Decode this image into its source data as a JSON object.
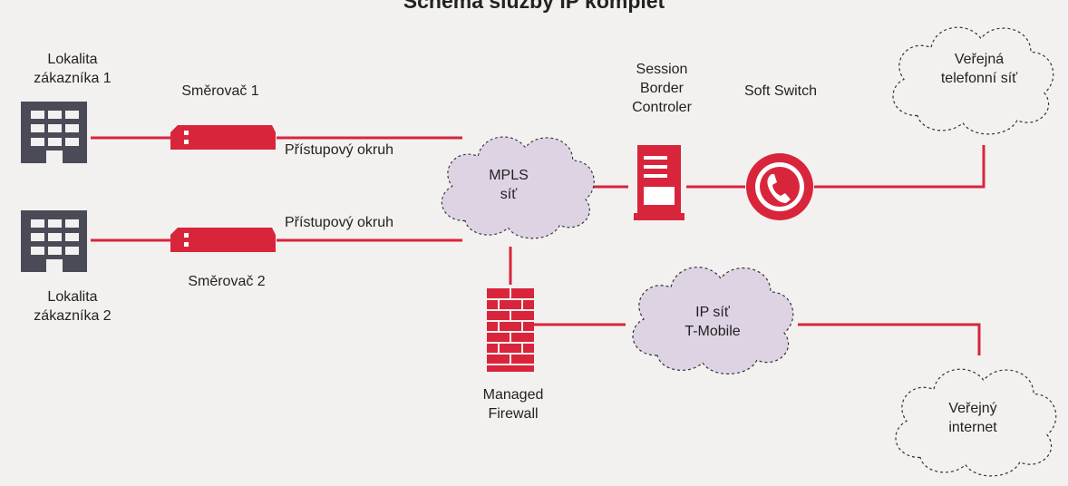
{
  "title": "Schéma služby IP komplet",
  "colors": {
    "red": "#d9253b",
    "cloud_fill": "#ddd3e3",
    "building": "#4a4b57"
  },
  "nodes": {
    "site1": {
      "label_line1": "Lokalita",
      "label_line2": "zákazníka 1",
      "icon": "building-icon"
    },
    "site2": {
      "label_line1": "Lokalita",
      "label_line2": "zákazníka 2",
      "icon": "building-icon"
    },
    "router1": {
      "label": "Směrovač 1",
      "icon": "router-icon"
    },
    "router2": {
      "label": "Směrovač 2",
      "icon": "router-icon"
    },
    "access1": {
      "label": "Přístupový okruh"
    },
    "access2": {
      "label": "Přístupový okruh"
    },
    "mpls": {
      "label_line1": "MPLS",
      "label_line2": "síť",
      "icon": "cloud-icon"
    },
    "sbc": {
      "label_line1": "Session",
      "label_line2": "Border",
      "label_line3": "Controler",
      "icon": "server-icon"
    },
    "softswitch": {
      "label": "Soft Switch",
      "icon": "phone-icon"
    },
    "pstn": {
      "label_line1": "Veřejná",
      "label_line2": "telefonní  síť",
      "icon": "cloud-icon"
    },
    "firewall": {
      "label_line1": "Managed",
      "label_line2": "Firewall",
      "icon": "firewall-icon"
    },
    "ipnet": {
      "label_line1": "IP síť",
      "label_line2": "T-Mobile",
      "icon": "cloud-icon"
    },
    "internet": {
      "label_line1": "Veřejný",
      "label_line2": "internet",
      "icon": "cloud-icon"
    }
  }
}
